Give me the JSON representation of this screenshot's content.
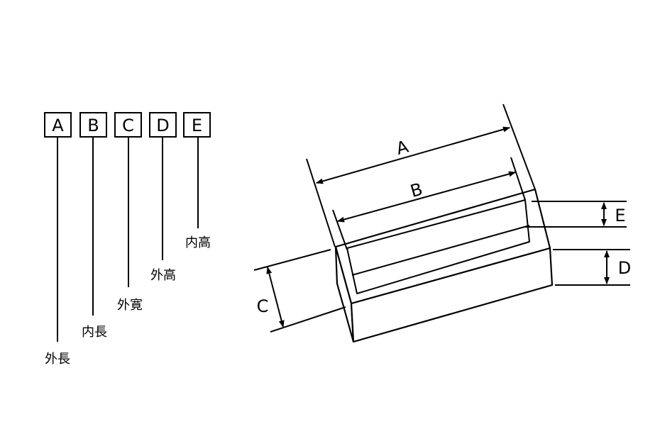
{
  "legend": [
    {
      "key": "A",
      "label": "外長"
    },
    {
      "key": "B",
      "label": "内長"
    },
    {
      "key": "C",
      "label": "外寛"
    },
    {
      "key": "D",
      "label": "外高"
    },
    {
      "key": "E",
      "label": "内高"
    }
  ],
  "dimensions": {
    "a": "A",
    "b": "B",
    "c": "C",
    "d": "D",
    "e": "E"
  }
}
